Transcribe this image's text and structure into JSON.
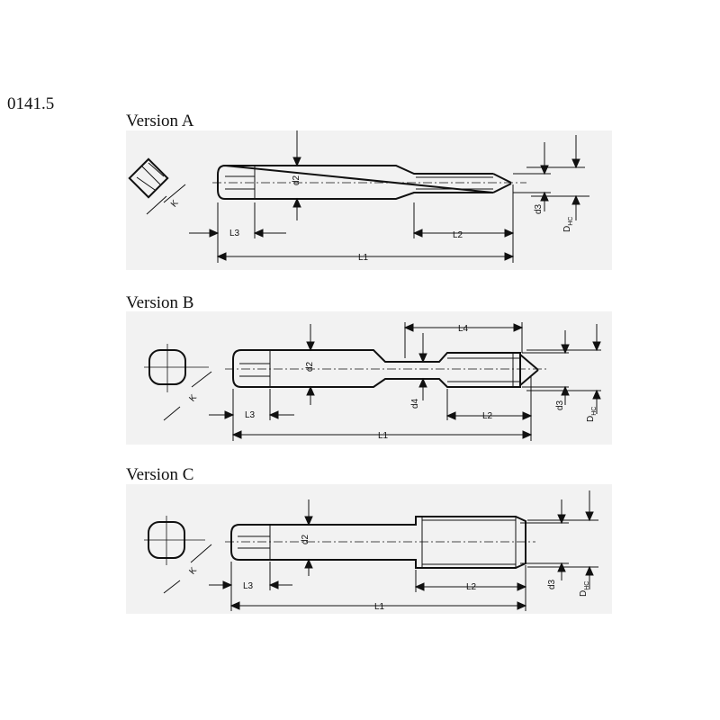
{
  "doc_code": "0141.5",
  "versions": [
    {
      "title": "Version A",
      "labels": {
        "d2": "d2",
        "L3": "L3",
        "L2": "L2",
        "L1": "L1",
        "d3": "d3",
        "D": "D",
        "HC": "HC",
        "K": "K"
      }
    },
    {
      "title": "Version B",
      "labels": {
        "d2": "d2",
        "L3": "L3",
        "L2": "L2",
        "L1": "L1",
        "L4": "L4",
        "d4": "d4",
        "d3": "d3",
        "D": "D",
        "HC": "HC",
        "K": "K"
      }
    },
    {
      "title": "Version C",
      "labels": {
        "d2": "d2",
        "L3": "L3",
        "L2": "L2",
        "L1": "L1",
        "d3": "d3",
        "D": "D",
        "HC": "HC",
        "K": "K"
      }
    }
  ]
}
